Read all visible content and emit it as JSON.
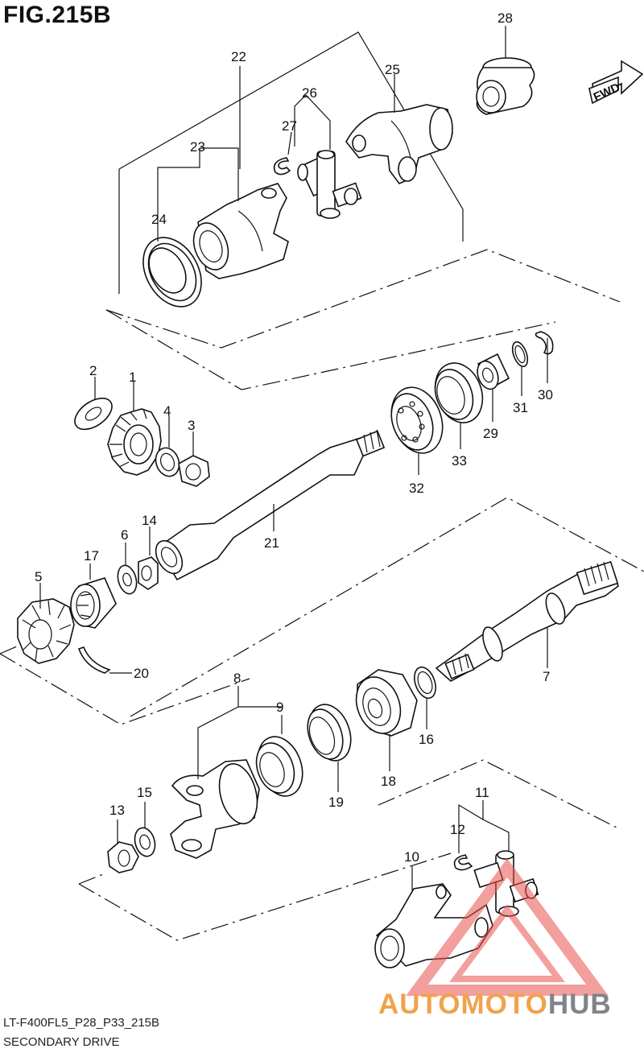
{
  "figure_title": "FIG.215B",
  "drawing_code": "LT-F400FL5_P28_P33_215B",
  "subtitle": "SECONDARY DRIVE",
  "direction_badge": "FWD",
  "watermark": {
    "part1": "AUTOMOTO",
    "part2": "HUB",
    "color1": "#f1a24b",
    "color2": "#808489",
    "triangle_color": "#e8524f"
  },
  "callouts": [
    "1",
    "2",
    "3",
    "4",
    "5",
    "6",
    "7",
    "8",
    "9",
    "10",
    "11",
    "12",
    "13",
    "14",
    "15",
    "16",
    "17",
    "18",
    "19",
    "20",
    "21",
    "22",
    "23",
    "24",
    "25",
    "26",
    "27",
    "28",
    "29",
    "30",
    "31",
    "32",
    "33"
  ]
}
